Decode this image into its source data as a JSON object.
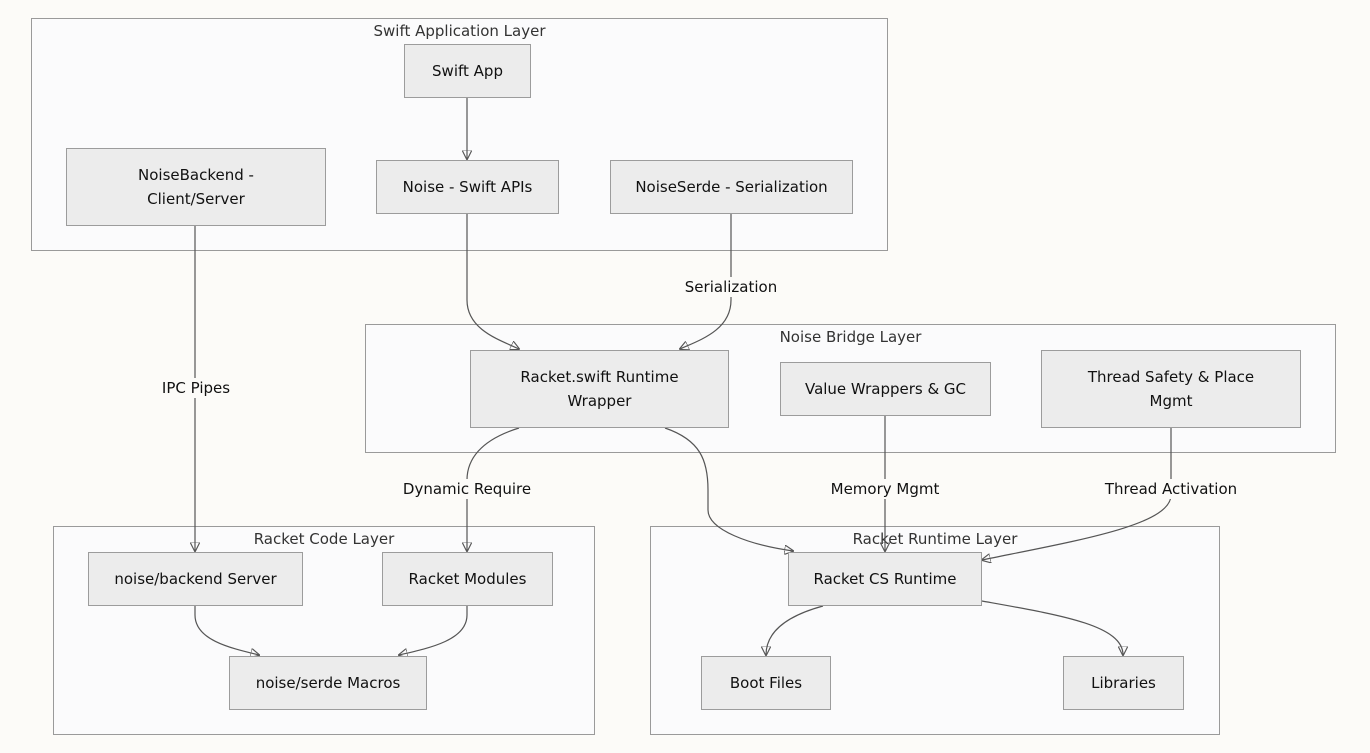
{
  "groups": {
    "swift_app": "Swift Application Layer",
    "noise_bridge": "Noise Bridge Layer",
    "racket_code": "Racket Code Layer",
    "racket_runtime": "Racket Runtime Layer"
  },
  "nodes": {
    "swift_app": "Swift App",
    "noise_backend": "NoiseBackend - Client/Server",
    "noise_swift": "Noise - Swift APIs",
    "noise_serde": "NoiseSerde - Serialization",
    "racket_swift": "Racket.swift Runtime Wrapper",
    "value_wrappers": "Value Wrappers & GC",
    "thread_safety": "Thread Safety & Place Mgmt",
    "backend_server": "noise/backend Server",
    "racket_modules": "Racket Modules",
    "serde_macros": "noise/serde Macros",
    "racket_cs": "Racket CS Runtime",
    "boot_files": "Boot Files",
    "libraries": "Libraries"
  },
  "edge_labels": {
    "serialization": "Serialization",
    "ipc_pipes": "IPC Pipes",
    "dynamic_require": "Dynamic Require",
    "memory_mgmt": "Memory Mgmt",
    "thread_activation": "Thread Activation"
  },
  "colors": {
    "background": "#fcfbf8",
    "node_fill": "#ececec",
    "node_border": "#9c9c9c",
    "group_border": "#9a9a9a",
    "edge": "#555555"
  }
}
